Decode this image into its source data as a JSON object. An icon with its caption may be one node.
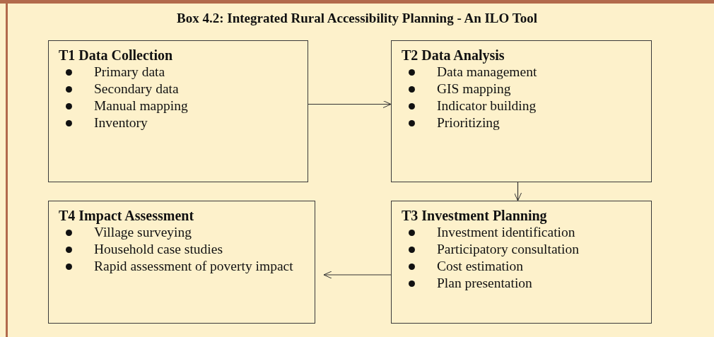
{
  "diagram": {
    "title": "Box 4.2: Integrated Rural Accessibility Planning - An ILO Tool",
    "nodes": [
      {
        "text": [
          "T1 Data Collection",
          "Primary data",
          "Secondary data",
          "Manual mapping",
          "Inventory"
        ]
      },
      {
        "text": [
          "T2 Data Analysis",
          "Data management",
          "GIS mapping",
          "Indicator building",
          "Prioritizing"
        ]
      },
      {
        "text": [
          "T3 Investment Planning",
          "Investment identification",
          "Participatory consultation",
          "Cost estimation",
          "Plan presentation"
        ]
      },
      {
        "text": [
          "T4 Impact Assessment",
          "Village surveying",
          "Household case studies",
          "Rapid assessment of poverty impact"
        ]
      }
    ],
    "edges": [
      {
        "from": 0,
        "to": 1,
        "arrow": "to"
      },
      {
        "from": 1,
        "to": 2,
        "arrow": "to"
      },
      {
        "from": 2,
        "to": 3,
        "arrow": "to"
      }
    ]
  }
}
